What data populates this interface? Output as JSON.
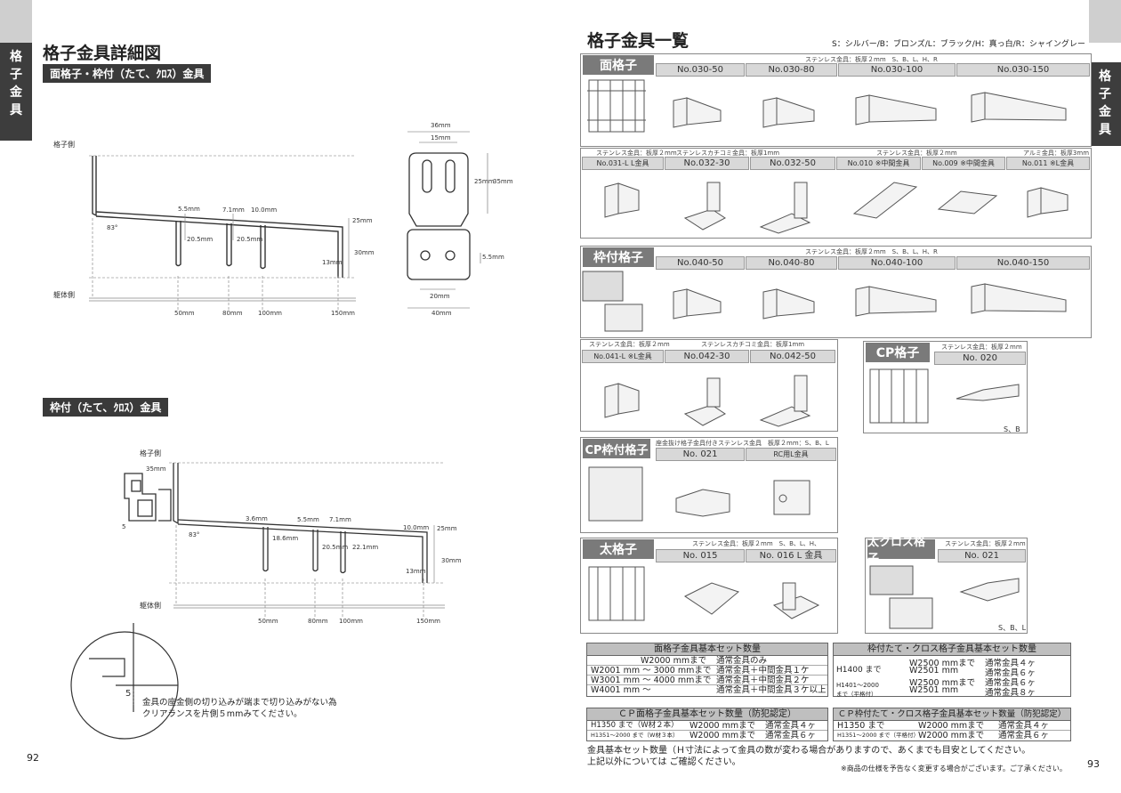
{
  "left_page": {
    "side_tab": [
      "格",
      "子",
      "金",
      "具"
    ],
    "title": "格子金具詳細図",
    "section1": {
      "bar": "面格子・枠付（たて、ｸﾛｽ）金具",
      "grid_side": "格子側",
      "body_side": "躯体側",
      "angle": "83°",
      "dims_top": [
        "5.5mm",
        "7.1mm",
        "10.0mm"
      ],
      "dims_mid": [
        "20.5mm",
        "20.5mm"
      ],
      "dim_25": "25mm",
      "dim_13": "13mm",
      "dim_30": "30mm",
      "lengths": [
        "50mm",
        "80mm",
        "100mm",
        "150mm"
      ],
      "front_view": {
        "w36": "36mm",
        "w15": "15mm",
        "h25": "25mm",
        "h35": "35mm",
        "h55": "5.5mm",
        "w20": "20mm",
        "w40": "40mm"
      }
    },
    "section2": {
      "bar": "枠付（たて、ｸﾛｽ）金具",
      "grid_side": "格子側",
      "body_side": "躯体側",
      "dim_35": "35mm",
      "dim_5": "5",
      "angle": "83°",
      "dims_top": [
        "3.6mm",
        "5.5mm",
        "7.1mm",
        "10.0mm"
      ],
      "dims_mid": [
        "18.6mm",
        "20.5mm",
        "22.1mm"
      ],
      "dim_25": "25mm",
      "dim_13": "13mm",
      "dim_30": "30mm",
      "lengths": [
        "50mm",
        "80mm",
        "100mm",
        "150mm"
      ]
    },
    "circle_dim": "5",
    "circle_note": [
      "金具の座金側の切り込みが端まで切り込みがない為",
      "クリアランスを片側５mmみてください。"
    ],
    "page_number": "92"
  },
  "right_page": {
    "side_tab": [
      "格",
      "子",
      "金",
      "具"
    ],
    "title": "格子金具一覧",
    "color_key": "S：シルバー/B：ブロンズ/L：ブラック/H：真っ白/R：シャイングレー",
    "men": {
      "tag": "面格子",
      "material": "ステンレス金具：板厚２mm　S、B、L、H、R",
      "cols": [
        "No.030-50",
        "No.030-80",
        "No.030-100",
        "No.030-150"
      ],
      "row2_mats": [
        "ステンレス金具：板厚２mm",
        "ステンレスカチコミ金具：板厚1mm",
        "ステンレス金具：板厚２mm",
        "アルミ金具：板厚3mm"
      ],
      "row2_cols": [
        "No.031-L L金具",
        "No.032-30",
        "No.032-50",
        "No.010 ※中間金具",
        "No.009 ※中間金具",
        "No.011 ※L金具"
      ]
    },
    "waku": {
      "tag": "枠付格子",
      "material": "ステンレス金具：板厚２mm　S、B、L、H、R",
      "cols": [
        "No.040-50",
        "No.040-80",
        "No.040-100",
        "No.040-150"
      ],
      "row2_mats": [
        "ステンレス金具：板厚２mm",
        "ステンレスカチコミ金具：板厚1mm"
      ],
      "row2_cols": [
        "No.041-L ※L金具",
        "No.042-30",
        "No.042-50"
      ]
    },
    "cp": {
      "tag": "CP格子",
      "material": "ステンレス金具：板厚２mm",
      "col": "No. 020",
      "colors": "S、B"
    },
    "cpwaku": {
      "tag": "CP枠付格子",
      "material": "座金抜け格子金具付きステンレス金具　板厚２mm：S、B、L",
      "cols": [
        "No. 021",
        "RC用L金具"
      ]
    },
    "futo": {
      "tag": "太格子",
      "material": "ステンレス金具：板厚２mm　S、B、L、H、",
      "cols": [
        "No. 015",
        "No. 016 L 金具"
      ]
    },
    "futocross": {
      "tag": "太クロス格子",
      "material": "ステンレス金具：板厚２mm",
      "col": "No. 021",
      "colors": "S、B、L"
    },
    "table1": {
      "title": "面格子金具基本セット数量",
      "rows": [
        [
          "W2000 mmまで",
          "通常金具のみ"
        ],
        [
          "W2001 mm ～ 3000 mmまで",
          "通常金具＋中間金具１ケ"
        ],
        [
          "W3001 mm ～ 4000 mmまで",
          "通常金具＋中間金具２ケ"
        ],
        [
          "W4001 mm ～",
          "通常金具＋中間金具３ケ以上"
        ]
      ]
    },
    "table2": {
      "title": "枠付たて・クロス格子金具基本セット数量",
      "h1": "H1400 まで",
      "h2": "H1401～2000",
      "h2b": "まで（平格付）",
      "rows": [
        [
          "W2500 mmまで",
          "通常金具４ヶ"
        ],
        [
          "W2501 mm",
          "通常金具６ヶ"
        ],
        [
          "W2500 mmまで",
          "通常金具６ヶ"
        ],
        [
          "W2501 mm",
          "通常金具８ヶ"
        ]
      ]
    },
    "table3": {
      "title": "ＣＰ面格子金具基本セット数量（防犯認定）",
      "rows": [
        [
          "H1350 まで（W材２本）",
          "W2000 mmまで",
          "通常金具４ヶ"
        ],
        [
          "H1351～2000 まで（W材３本）",
          "W2000 mmまで",
          "通常金具６ヶ"
        ]
      ]
    },
    "table4": {
      "title": "ＣＰ枠付たて・クロス格子金具基本セット数量（防犯認定）",
      "rows": [
        [
          "H1350 まで",
          "W2000 mmまで",
          "通常金具４ヶ"
        ],
        [
          "H1351～2000 まで（平格付）",
          "W2000 mmまで",
          "通常金具６ヶ"
        ]
      ]
    },
    "note": [
      "金具基本セット数量（Ｈ寸法によって金具の数が変わる場合がありますので、あくまでも目安としてください。",
      "上記以外については ご確認ください。"
    ],
    "disclaimer": "※商品の仕様を予告なく変更する場合がございます。ご了承ください。",
    "page_number": "93"
  },
  "colors": {
    "dark": "#3d3d3d",
    "tag_grey": "#7a7a7a",
    "header_grey": "#d8d8d8"
  }
}
